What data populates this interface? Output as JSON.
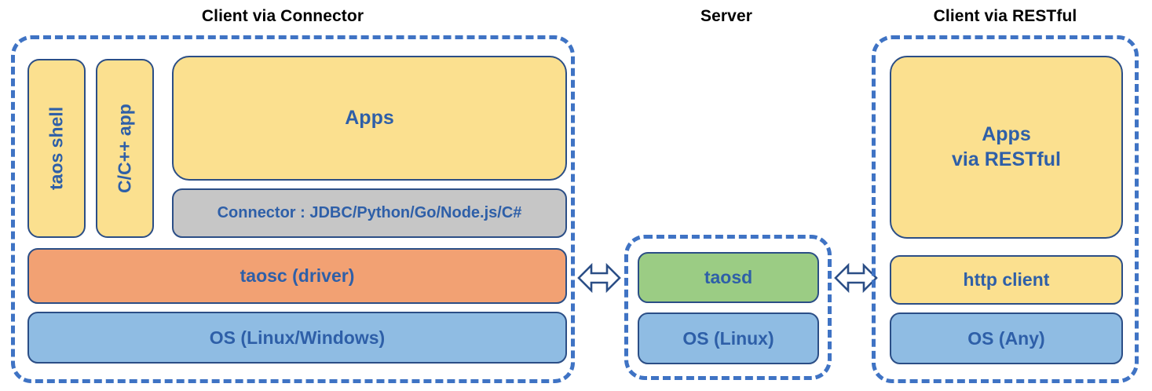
{
  "diagram": {
    "title_color": "#000000",
    "accent_border": "#3F73C4",
    "box_border": "#2B4E86",
    "label_color": "#2E5FA8",
    "colors": {
      "yellow": "#FBE08F",
      "orange": "#F2A173",
      "blue": "#8FBCE3",
      "green": "#9BCC84",
      "gray": "#C6C6C6"
    }
  },
  "panels": {
    "client_connector": {
      "title": "Client via Connector",
      "boxes": {
        "taos_shell": "taos shell",
        "c_cpp_app": "C/C++ app",
        "apps": "Apps",
        "connector": "Connector : JDBC/Python/Go/Node.js/C#",
        "taosc": "taosc (driver)",
        "os": "OS (Linux/Windows)"
      }
    },
    "server": {
      "title": "Server",
      "boxes": {
        "taosd": "taosd",
        "os": "OS (Linux)"
      }
    },
    "client_restful": {
      "title": "Client via RESTful",
      "boxes": {
        "apps": "Apps\nvia RESTful",
        "http_client": "http client",
        "os": "OS (Any)"
      }
    }
  },
  "connectors": {
    "left_arrow": "double-headed-arrow",
    "right_arrow": "double-headed-arrow"
  }
}
